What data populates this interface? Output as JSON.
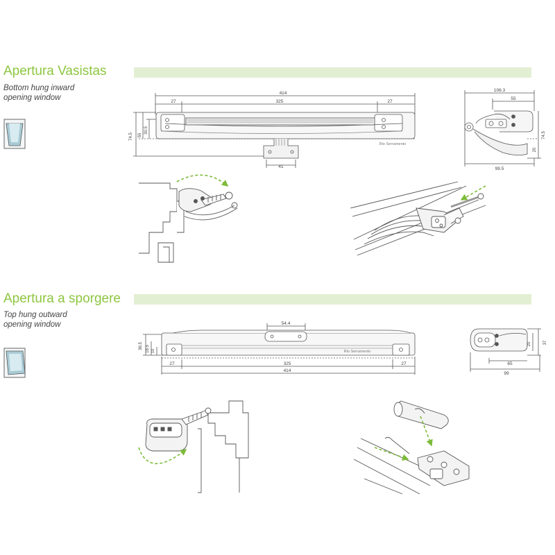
{
  "sections": [
    {
      "title": "Apertura Vasistas",
      "subtitle_line1": "Bottom hung inward",
      "subtitle_line2": "opening window",
      "dims": {
        "overall": "414",
        "left": "27",
        "center": "325",
        "right": "27",
        "height_total": "74.5",
        "height_a": "55",
        "height_b": "30.5",
        "arm": "41",
        "side_width": "106.3",
        "side_inner": "55",
        "side_height": "74.5",
        "side_offset": "20",
        "side_base": "99.5"
      },
      "profile_label": "Rio Serramento"
    },
    {
      "title": "Apertura a sporgere",
      "subtitle_line1": "Top hung outward",
      "subtitle_line2": "opening window",
      "dims": {
        "top": "54.4",
        "height_a": "36.5",
        "height_b": "18.5",
        "height_c": "10",
        "left": "27",
        "center": "325",
        "right": "27",
        "overall": "414",
        "side_a": "20",
        "side_b": "37",
        "side_inner": "65",
        "side_base": "99"
      },
      "profile_label": "Rio Serramento"
    }
  ],
  "colors": {
    "accent": "#8dc63f",
    "bar": "#e3efd3",
    "line": "#555555",
    "arrow": "#7dbb3a"
  }
}
